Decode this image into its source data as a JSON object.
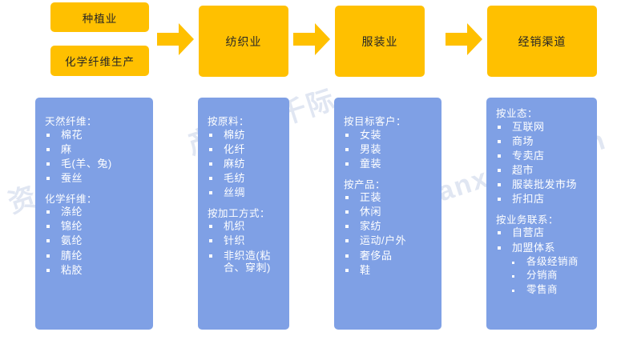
{
  "colors": {
    "stage_fill": "#FFC000",
    "panel_fill": "#7FA0E5",
    "arrow_fill": "#FFC000",
    "stage_text": "#262626",
    "panel_text": "#FFFFFF"
  },
  "watermarks": [
    {
      "text": "资产信息网"
    },
    {
      "text": "产业网 千际"
    },
    {
      "text": "zichanxinxi.com"
    },
    {
      "text": "信息网"
    }
  ],
  "stages": [
    {
      "id": "planting",
      "label": "种植业"
    },
    {
      "id": "chemical-fiber-production",
      "label": "化学纤维生产"
    },
    {
      "id": "textile",
      "label": "纺织业"
    },
    {
      "id": "apparel",
      "label": "服装业"
    },
    {
      "id": "distribution-channel",
      "label": "经销渠道"
    }
  ],
  "arrows": [
    {
      "id": "arrow-1",
      "name": "arrow-right-icon"
    },
    {
      "id": "arrow-2",
      "name": "arrow-right-icon"
    },
    {
      "id": "arrow-3",
      "name": "arrow-right-icon"
    }
  ],
  "panels": [
    {
      "id": "panel-fiber",
      "groups": [
        {
          "title": "天然纤维：",
          "items": [
            {
              "text": "棉花",
              "level": 1
            },
            {
              "text": "麻",
              "level": 1
            },
            {
              "text": "毛(羊、兔)",
              "level": 1
            },
            {
              "text": "蚕丝",
              "level": 1
            }
          ]
        },
        {
          "title": "化学纤维：",
          "items": [
            {
              "text": "涤纶",
              "level": 1
            },
            {
              "text": "锦纶",
              "level": 1
            },
            {
              "text": "氨纶",
              "level": 1
            },
            {
              "text": "腈纶",
              "level": 1
            },
            {
              "text": "粘胶",
              "level": 1
            }
          ]
        }
      ]
    },
    {
      "id": "panel-textile",
      "groups": [
        {
          "title": "按原料：",
          "items": [
            {
              "text": "棉纺",
              "level": 1
            },
            {
              "text": "化纤",
              "level": 1
            },
            {
              "text": "麻纺",
              "level": 1
            },
            {
              "text": "毛纺",
              "level": 1
            },
            {
              "text": "丝绸",
              "level": 1
            }
          ]
        },
        {
          "title": "按加工方式：",
          "items": [
            {
              "text": "机织",
              "level": 1
            },
            {
              "text": "针织",
              "level": 1
            },
            {
              "text": "非织造(粘合、穿刺)",
              "level": 1
            }
          ]
        }
      ]
    },
    {
      "id": "panel-apparel",
      "groups": [
        {
          "title": "按目标客户：",
          "items": [
            {
              "text": "女装",
              "level": 1
            },
            {
              "text": "男装",
              "level": 1
            },
            {
              "text": "童装",
              "level": 1
            }
          ]
        },
        {
          "title": "按产品：",
          "items": [
            {
              "text": "正装",
              "level": 1
            },
            {
              "text": "休闲",
              "level": 1
            },
            {
              "text": "家纺",
              "level": 1
            },
            {
              "text": "运动/户外",
              "level": 1
            },
            {
              "text": "奢侈品",
              "level": 1
            },
            {
              "text": "鞋",
              "level": 1
            }
          ]
        }
      ]
    },
    {
      "id": "panel-channel",
      "groups": [
        {
          "title": "按业态：",
          "items": [
            {
              "text": "互联网",
              "level": 1
            },
            {
              "text": "商场",
              "level": 1
            },
            {
              "text": "专卖店",
              "level": 1
            },
            {
              "text": "超市",
              "level": 1
            },
            {
              "text": "服装批发市场",
              "level": 1
            },
            {
              "text": "折扣店",
              "level": 1
            }
          ]
        },
        {
          "title": "按业务联系：",
          "items": [
            {
              "text": "自营店",
              "level": 1
            },
            {
              "text": "加盟体系",
              "level": 1
            },
            {
              "text": "各级经销商",
              "level": 2
            },
            {
              "text": "分销商",
              "level": 2
            },
            {
              "text": "零售商",
              "level": 2
            }
          ]
        }
      ]
    }
  ]
}
